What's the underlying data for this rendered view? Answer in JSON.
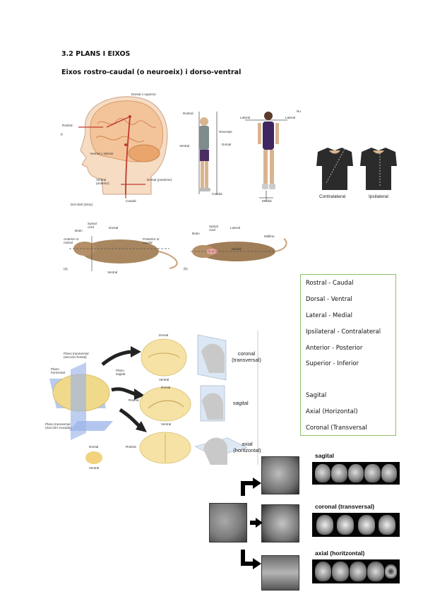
{
  "section": {
    "title": "3.2 PLANS I EIXOS",
    "subtitle": "Eixos rostro-caudal (o neuroeix) i dorso-ventral"
  },
  "head_figure": {
    "labels": {
      "dorsal_superior": "Dorsal o superior",
      "rostral": "Rostral",
      "ventral_inferior": "Ventral o inferior",
      "ventral_anterior": "Ventral (anterior)",
      "dorsal_posterior": "Dorsal (posterior)",
      "caudal": "Caudal",
      "credit": "Del Abril (2011)",
      "edge_mark": "g"
    }
  },
  "body_figure": {
    "labels": {
      "rostral": "Rostral",
      "neuroeje": "Neuroeje",
      "ventral": "Ventral",
      "dorsal": "Dorsal",
      "caudal": "Caudal",
      "lateral_left": "Lateral",
      "lateral_right": "Lateral",
      "medial": "Medial",
      "corner_mark": "Nu"
    }
  },
  "shirt_figure": {
    "labels": {
      "contralateral": "Contralateral",
      "ipsilateral": "Ipsilateral"
    }
  },
  "rat_figure": {
    "labels": {
      "brain": "Brain",
      "spinal_cord": "Spinal cord",
      "dorsal": "Dorsal",
      "anterior": "Anterior or rostral",
      "posterior": "Posterior or caudal",
      "ventral": "Ventral",
      "panel_a": "(a)",
      "brain_b": "Brain",
      "spinal_cord_b": "Spinal cord",
      "lateral": "Lateral",
      "medial": "Medial",
      "midline": "Midline",
      "panel_b": "(b)"
    }
  },
  "terms_box": {
    "items": [
      "Rostral - Caudal",
      "Dorsal - Ventral",
      "Lateral - Medial",
      "Ipsilateral - Contralateral",
      "Anterior - Posterior",
      "Superior - Inferior",
      "Sagital",
      "Axial (Horizontal)",
      "Coronal (Transversal"
    ]
  },
  "planes_figure": {
    "labels": {
      "plano_transversal": "Plano transversal (sección frontal)",
      "plano_horizontal": "Plano horizontal",
      "plano_sagital": "Plano sagital",
      "plano_transversal_2": "Plano transversal (Sección cruzada)",
      "coronal": "coronal (transversal)",
      "sagital": "sagital",
      "axial": "axial (horitzontal)",
      "dorsal_1": "Dorsal",
      "ventral_1": "Ventral",
      "rostral_2": "Rostral",
      "dorsal_2": "Dorsal",
      "ventral_2": "Ventral",
      "rostral_3": "Rostral",
      "dorsal_small": "Dorsal",
      "ventral_small": "Ventral"
    }
  },
  "mri_figure": {
    "sagital_title": "sagital",
    "coronal_title": "coronal (transversal)",
    "axial_title": "axial (horitzontal)"
  }
}
